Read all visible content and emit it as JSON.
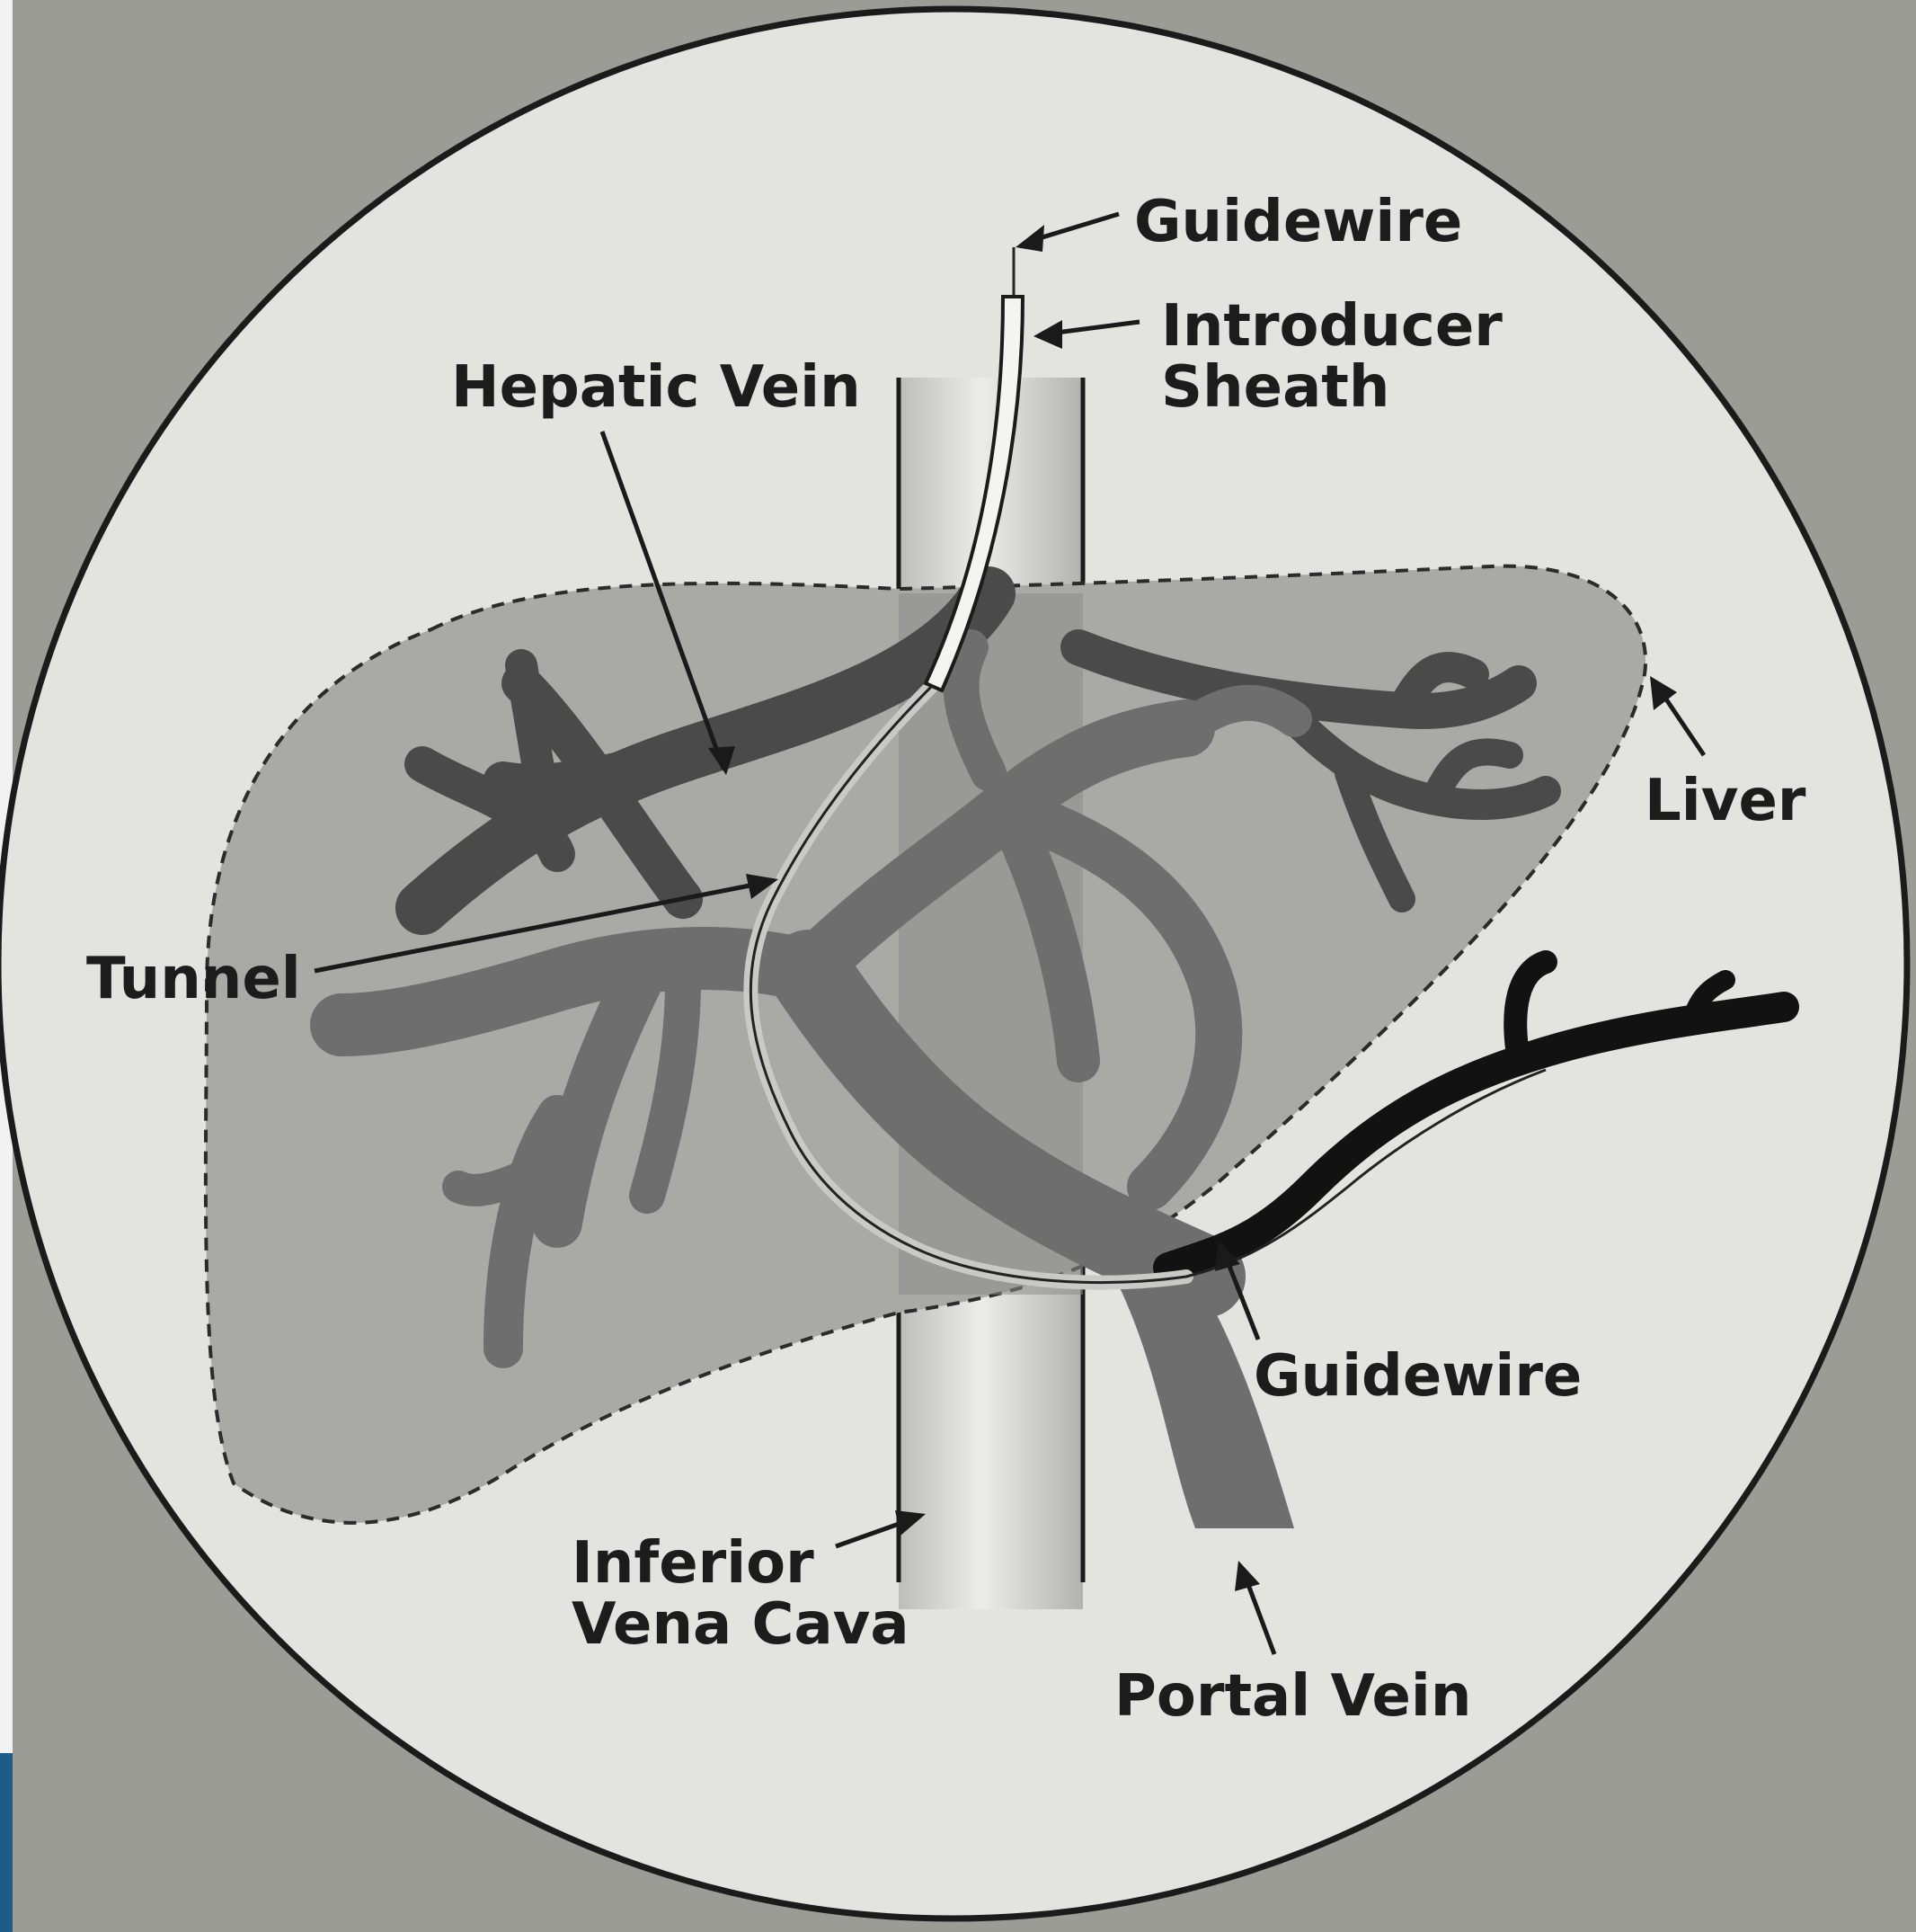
{
  "colors": {
    "background": "#9c9c96",
    "circle_fill": "#e3e3e0",
    "liver_fill": "#a9a9a6",
    "hepatic_vein": "#4a4a4a",
    "portal_vein": "#6e6e6e",
    "splenic_vein": "#121212",
    "edge_accent": "#1e5b86"
  },
  "labels": {
    "guidewire_top": "Guidewire",
    "introducer_line1": "Introducer",
    "introducer_line2": "Sheath",
    "hepatic_vein": "Hepatic Vein",
    "liver": "Liver",
    "tunnel": "Tunnel",
    "guidewire_bottom": "Guidewire",
    "ivc_line1": "Inferior",
    "ivc_line2": "Vena Cava",
    "portal_vein": "Portal Vein"
  }
}
